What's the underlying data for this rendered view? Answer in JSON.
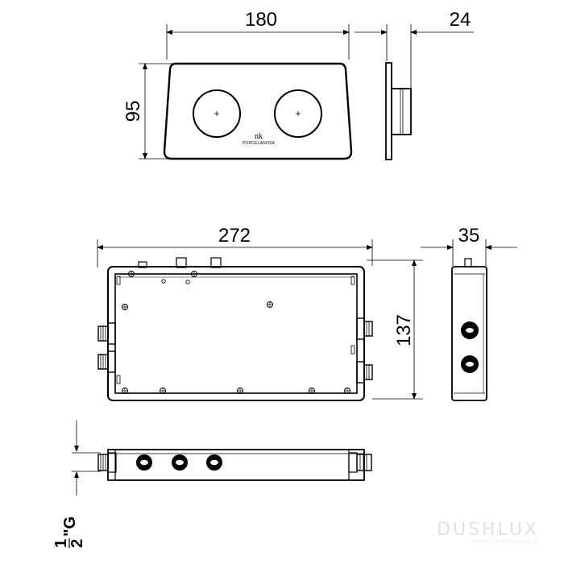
{
  "dimensions": {
    "plate_width": "180",
    "plate_depth": "24",
    "plate_height": "95",
    "box_width": "272",
    "box_depth": "35",
    "box_height": "137"
  },
  "thread": {
    "fraction_num": "1",
    "fraction_den": "2",
    "suffix": "\"G"
  },
  "logo": {
    "mark": "nk",
    "brand": "PORCELANOSA"
  },
  "watermark": {
    "name": "DUSHLUX",
    "tagline": "ЭЛИТНАЯ САНТЕХНИКА"
  },
  "icons": [
    "plus-icon",
    "arrow-icon",
    "connector-icon",
    "screw-icon"
  ]
}
